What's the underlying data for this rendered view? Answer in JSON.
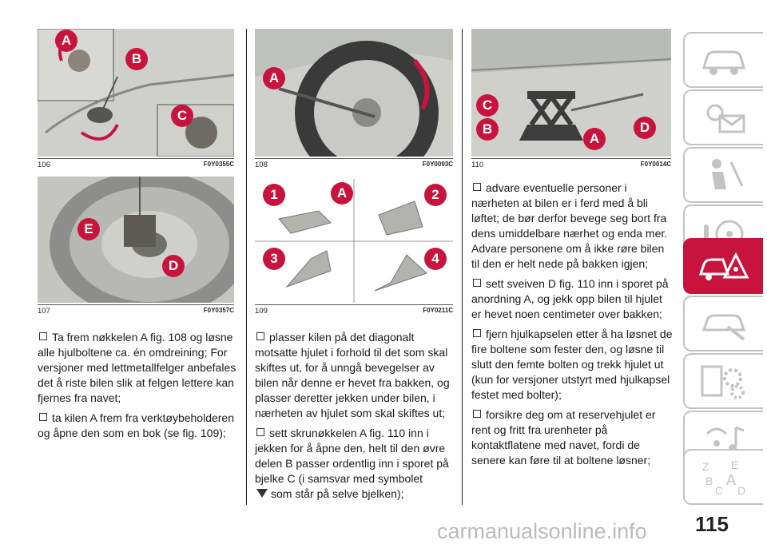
{
  "figures": [
    {
      "num": "106",
      "code": "F0Y0355C",
      "callouts": [
        "A",
        "B",
        "C"
      ]
    },
    {
      "num": "107",
      "code": "F0Y0357C",
      "callouts": [
        "E",
        "D"
      ]
    },
    {
      "num": "108",
      "code": "F0Y0093C",
      "callouts": [
        "A"
      ]
    },
    {
      "num": "109",
      "code": "F0Y0211C",
      "callouts": [
        "1",
        "A",
        "2",
        "3",
        "4"
      ]
    },
    {
      "num": "110",
      "code": "F0Y0014C",
      "callouts": [
        "C",
        "B",
        "A",
        "D"
      ]
    }
  ],
  "col1": [
    "Ta frem nøkkelen A fig. 108 og løsne alle hjulboltene ca. én omdreining; For versjoner med lettmetallfelger anbefales det å riste bilen slik at felgen lettere kan fjernes fra navet;",
    "ta kilen A frem fra verktøybeholderen og åpne den som en bok (se fig. 109);"
  ],
  "col2": [
    "plasser kilen på det diagonalt motsatte hjulet i forhold til det som skal skiftes ut, for å unngå bevegelser av bilen når denne er hevet fra bakken, og plasser deretter jekken under bilen, i nærheten av hjulet som skal skiftes ut;",
    "sett skrunøkkelen A fig. 110 inn i jekken for å åpne den, helt til den øvre delen B passer ordentlig inn i sporet på bjelke C (i samsvar med symbolet"
  ],
  "col2_after_symbol": "som står på selve bjelken);",
  "col3": [
    "advare eventuelle personer i nærheten at bilen er i ferd med å bli løftet; de bør derfor bevege seg bort fra dens umiddelbare nærhet og enda mer. Advare personene om å ikke røre bilen til den er helt nede på bakken igjen;",
    "sett sveiven D fig. 110 inn i sporet på anordning A, og jekk opp bilen til hjulet er hevet noen centimeter over bakken;",
    "fjern hjulkapselen etter å ha løsnet de fire boltene som fester den, og løsne til slutt den femte bolten og trekk hjulet ut (kun for versjoner utstyrt med hjulkapsel festet med bolter);",
    "forsikre deg om at reservehjulet er rent og fritt fra urenheter på kontaktflatene med navet, fordi de senere kan føre til at boltene løsner;"
  ],
  "page_number": "115",
  "watermark": "carmanualsonline.info",
  "sidebar_icons": [
    "car-icon",
    "dashboard-warning-icon",
    "airbag-seat-icon",
    "steering-wheel-icon",
    "breakdown-warning-icon",
    "car-maintenance-icon",
    "gears-icon",
    "multimedia-music-icon",
    "alphabet-index-icon"
  ],
  "colors": {
    "accent": "#c8143c",
    "sidebar_border": "#c3c3c3"
  }
}
